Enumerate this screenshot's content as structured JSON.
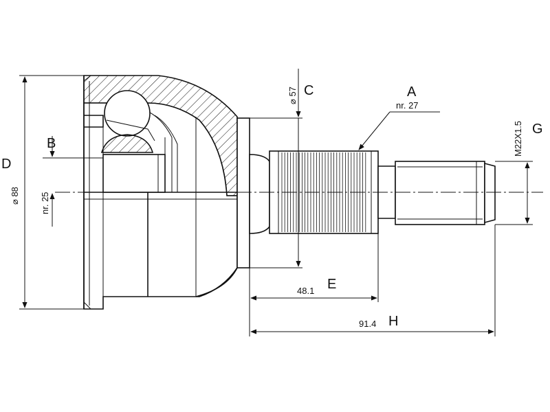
{
  "labels": {
    "a": "A",
    "a_note": "nr. 27",
    "b": "B",
    "b_note": "nr. 25",
    "c": "C",
    "c_value": "⌀ 57",
    "d": "D",
    "d_value": "⌀ 88",
    "e": "E",
    "e_value": "48.1",
    "g": "G",
    "g_value": "M22X1.5",
    "h": "H",
    "h_value": "91.4"
  },
  "colors": {
    "line": "#111111",
    "background": "#ffffff"
  }
}
